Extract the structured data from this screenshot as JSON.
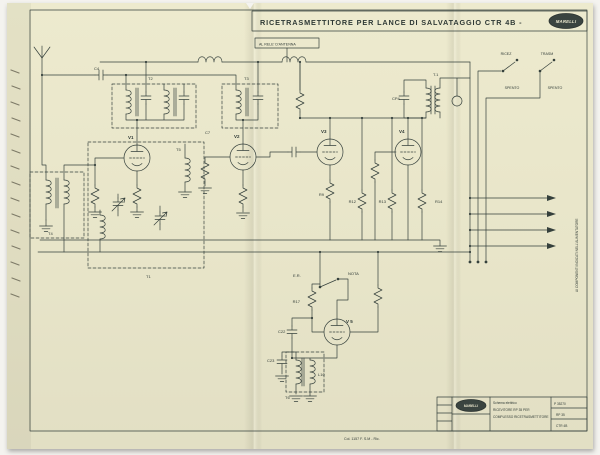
{
  "title_bar": {
    "title": "RICETRASMETTITORE PER LANCE DI SALVATAGGIO CTR 4B -",
    "logo": "MARELLI"
  },
  "labels": {
    "antenna_relay": "AL RELE' D'ANTENNA",
    "ricez": "RICEZ",
    "trasm": "TRASM",
    "spento_left": "SPENTO",
    "spento_right": "SPENTO",
    "er": "E.R.",
    "nota": "NOTA",
    "side_note": "AI COMPONENTI INDICATI NELL'ALIMENTATORE"
  },
  "components": {
    "v1": "V1",
    "v2": "V2",
    "v3": "V3",
    "v4": "V4",
    "v5": "V 5",
    "t1": "T1",
    "t1_out": "T.1",
    "t2": "T2",
    "t3": "T3",
    "t4": "T4",
    "t5": "T5",
    "t6": "T6",
    "c4": "C4",
    "c7": "C7",
    "cp4": "CP4",
    "c22": "C22",
    "c23": "C23",
    "l10": "L10",
    "r9": "R9",
    "r12": "R12",
    "r13": "R13",
    "r14": "R14",
    "r17": "R17"
  },
  "title_block": {
    "logo": "MARELLI",
    "line1": "Schema elettrico",
    "line2": "RICEVITORE RP 35 PER",
    "line3": "COMPLESSO RICETRASMETTITORE",
    "doc_no": "P 35270",
    "model": "RP 35",
    "set": "CTR 4B"
  },
  "footer": {
    "caption": "Col. 1157 F. S.M - Ric."
  }
}
